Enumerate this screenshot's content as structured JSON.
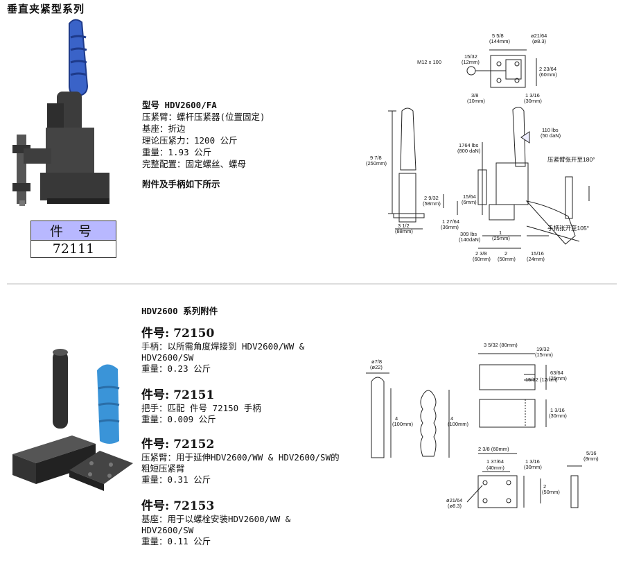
{
  "page_title": "垂直夹紧型系列",
  "product": {
    "model": "型号 HDV2600/FA",
    "specs": [
      "压紧臂：螺杆压紧器(位置固定)",
      "基座：折边",
      "理论压紧力：1200 公斤",
      "重量：1.93 公斤",
      "完整配置：固定螺丝、螺母"
    ],
    "accessory_note": "附件及手柄如下所示",
    "part_label": "件 号",
    "part_number": "72111"
  },
  "diagram_top": {
    "dim_width": "5 5/8",
    "dim_width_mm": "(144mm)",
    "hole": "ø21/64",
    "hole_mm": "(ø8.3)",
    "thread": "M12 x 100",
    "d_15_32": "15/32",
    "d_15_32_mm": "(12mm)",
    "d_2_23_64": "2 23/64",
    "d_2_23_64_mm": "(60mm)",
    "d_3_8": "3/8",
    "d_3_8_mm": "(10mm)",
    "d_1_3_16": "1 3/16",
    "d_1_3_16_mm": "(30mm)",
    "force_110": "110 lbs",
    "force_110_da": "(50 daN)",
    "force_1764": "1764 lbs",
    "force_1764_da": "(800 daN)",
    "arm_open": "压紧臂张开至180°",
    "handle_open": "手柄张开至105°",
    "height": "9 7/8",
    "height_mm": "(250mm)",
    "d_2_9_32": "2 9/32",
    "d_2_9_32_mm": "(58mm)",
    "d_15_64": "15/64",
    "d_15_64_mm": "(6mm)",
    "d_1_27_64": "1 27/64",
    "d_1_27_64_mm": "(36mm)",
    "d_3_1_2": "3 1/2",
    "d_3_1_2_mm": "(88mm)",
    "force_309": "309 lbs",
    "force_309_da": "(140daN)",
    "d_1": "1",
    "d_1_mm": "(25mm)",
    "d_2_3_8": "2 3/8",
    "d_2_3_8_mm": "(60mm)",
    "d_2": "2",
    "d_2_mm": "(50mm)",
    "d_15_16": "15/16",
    "d_15_16_mm": "(24mm)"
  },
  "accessories": {
    "title": "HDV2600 系列附件",
    "items": [
      {
        "pn": "件号: 72150",
        "lines": [
          "手柄：以所需角度焊接到 HDV2600/WW &",
          "HDV2600/SW",
          "重量：0.23 公斤"
        ]
      },
      {
        "pn": "件号: 72151",
        "lines": [
          "把手：匹配 件号 72150 手柄",
          "重量：0.009 公斤"
        ]
      },
      {
        "pn": "件号: 72152",
        "lines": [
          "压紧臂：用于延伸HDV2600/WW & HDV2600/SW的",
          "粗短压紧臂",
          "重量：0.31 公斤"
        ]
      },
      {
        "pn": "件号: 72153",
        "lines": [
          "基座：用于以螺栓安装HDV2600/WW &",
          "HDV2600/SW",
          "重量：0.11 公斤"
        ]
      }
    ]
  },
  "diagram_bottom": {
    "dia": "ø7/8",
    "dia_mm": "(ø22)",
    "len4": "4",
    "len4_mm": "(100mm)",
    "len4b": "4",
    "len4b_mm": "(100mm)",
    "w_3_5_32": "3 5/32 (80mm)",
    "w_19_32": "19/32",
    "w_19_32_mm": "(15mm)",
    "w_63_64": "63/64",
    "w_63_64_mm": "(25mm)",
    "w_15_32": "15/32 (12mm)",
    "w_1_3_16": "1 3/16",
    "w_1_3_16_mm": "(30mm)",
    "b_2_3_8": "2 3/8 (60mm)",
    "b_1_37_64": "1 37/64",
    "b_1_37_64_mm": "(40mm)",
    "b_1_3_16": "1 3/16",
    "b_1_3_16_mm": "(30mm)",
    "b_5_16": "5/16",
    "b_5_16_mm": "(8mm)",
    "b_2": "2",
    "b_2_mm": "(50mm)",
    "b_hole": "ø21/64",
    "b_hole_mm": "(ø8.3)"
  },
  "colors": {
    "handle_blue": "#3a63c8",
    "table_header": "#b8b8ff",
    "metal": "#3c3c3c"
  }
}
